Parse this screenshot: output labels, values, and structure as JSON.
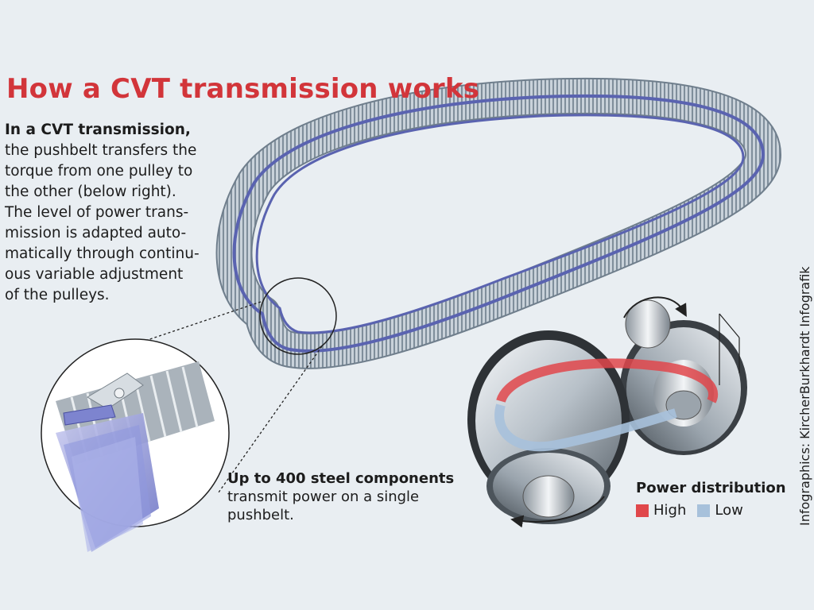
{
  "title": "How a CVT transmission works",
  "intro": {
    "lead": "In a CVT transmission,",
    "lines": [
      "the pushbelt transfers the",
      "torque from one pulley to",
      "the other (below right).",
      "The level of power trans-",
      "mission is adapted auto-",
      "matically through continu-",
      "ous variable adjustment",
      "of the pulleys."
    ]
  },
  "caption": {
    "bold": "Up to 400 steel components",
    "lines": [
      "transmit power on a single",
      "pushbelt."
    ]
  },
  "legend": {
    "title": "Power distribution",
    "items": [
      {
        "label": "High",
        "color": "#e0474b"
      },
      {
        "label": "Low",
        "color": "#a7c1db"
      }
    ]
  },
  "credit": "Infographics: KircherBurkhardt Infografik",
  "colors": {
    "accent": "#d2353a",
    "background": "#e9eef2",
    "belt": "#5a63b0",
    "steel": "#b9c3cc"
  }
}
